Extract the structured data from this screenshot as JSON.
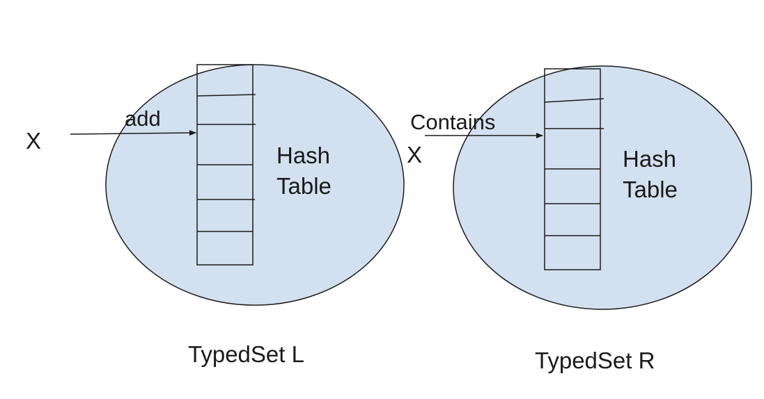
{
  "colors": {
    "circle_fill": "#d3e0ef",
    "stroke": "#1a1a1a",
    "background": "#ffffff"
  },
  "left": {
    "input_label": "X",
    "arrow_label": "add",
    "table_label_line1": "Hash",
    "table_label_line2": "Table",
    "caption": "TypedSet L"
  },
  "right": {
    "input_label": "X",
    "arrow_label": "Contains",
    "table_label_line1": "Hash",
    "table_label_line2": "Table",
    "caption": "TypedSet R"
  }
}
